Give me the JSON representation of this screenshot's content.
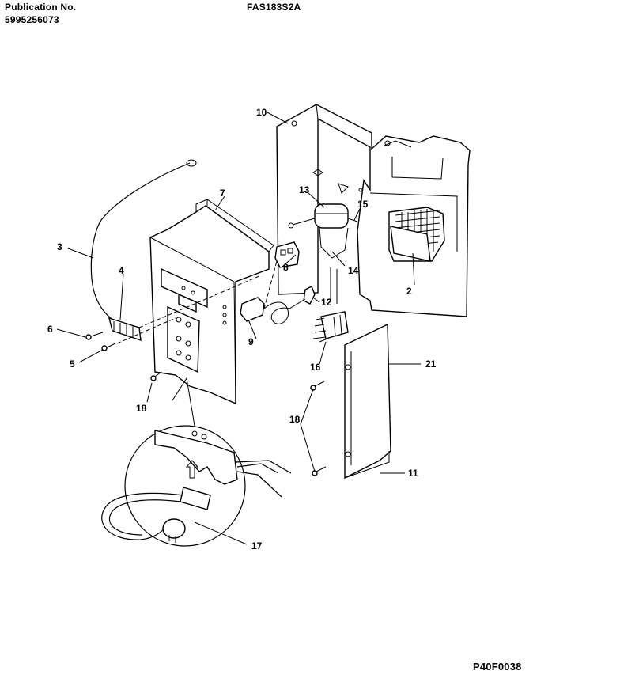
{
  "header": {
    "publication_label": "Publication No.",
    "publication_number": "5995256073",
    "model": "FAS183S2A"
  },
  "footer": {
    "figure_code": "P40F0038"
  },
  "callouts": {
    "c2": "2",
    "c3": "3",
    "c4": "4",
    "c5": "5",
    "c6": "6",
    "c7": "7",
    "c8": "8",
    "c9": "9",
    "c10": "10",
    "c11": "11",
    "c12": "12",
    "c13": "13",
    "c14": "14",
    "c15": "15",
    "c16": "16",
    "c17": "17",
    "c18a": "18",
    "c18b": "18",
    "c21": "21"
  }
}
